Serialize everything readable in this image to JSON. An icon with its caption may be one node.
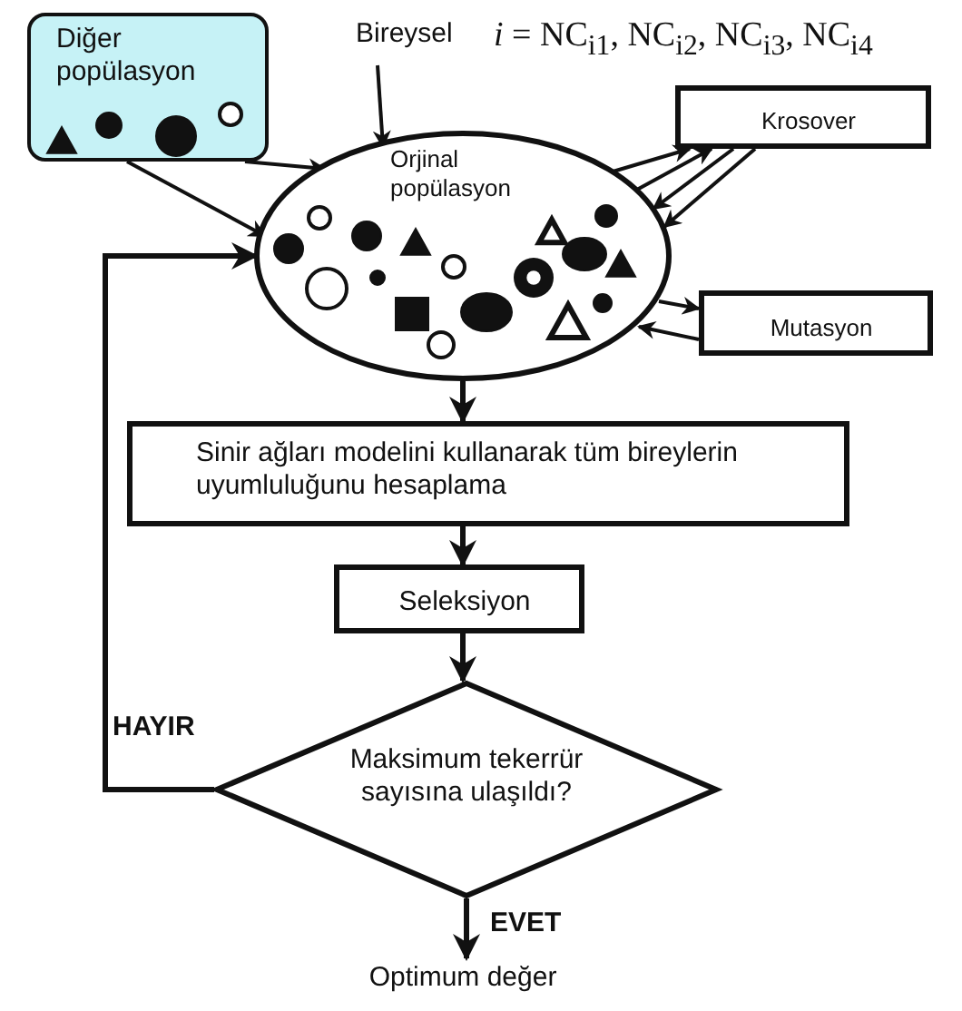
{
  "diagram": {
    "nodes": [
      {
        "text": [
          "Diğer popülasyon"
        ]
      },
      {
        "text": [
          "Orjinal popülasyon"
        ]
      },
      {
        "text": [
          "Bireysel"
        ],
        "beside": [
          "*i* = NC$_{i1}$, NC$_{i2}$, NC$_{i3}$, NC$_{i4}$"
        ]
      },
      {
        "text": [
          "Krosover"
        ]
      },
      {
        "text": [
          "Mutasyon"
        ]
      },
      {
        "text": [
          "Sinir ağları modelini kullanarak tüm bireylerin uyumluluğunu hesaplama"
        ]
      },
      {
        "text": [
          "Seleksiyon"
        ]
      },
      {
        "text": [
          "Maksimum tekerrür sayısına ulaşıldı?"
        ]
      },
      {
        "text": [
          "Optimum değer"
        ]
      }
    ],
    "edges": [
      {
        "from": 0,
        "to": 1,
        "arrow": "to"
      },
      {
        "from": 0,
        "to": 1,
        "arrow": "to"
      },
      {
        "from": 2,
        "to": 1,
        "arrow": "to"
      },
      {
        "from": 1,
        "to": 3,
        "arrow": "to"
      },
      {
        "from": 1,
        "to": 3,
        "arrow": "to"
      },
      {
        "from": 3,
        "to": 1,
        "arrow": "to"
      },
      {
        "from": 3,
        "to": 1,
        "arrow": "to"
      },
      {
        "from": 1,
        "to": 4,
        "arrow": "to"
      },
      {
        "from": 4,
        "to": 1,
        "arrow": "to"
      },
      {
        "from": 1,
        "to": 5,
        "arrow": "to"
      },
      {
        "from": 5,
        "to": 6,
        "arrow": "to"
      },
      {
        "from": 6,
        "to": 7,
        "arrow": "to"
      },
      {
        "from": 7,
        "to": 1,
        "label": "HAYIR",
        "arrow": "to"
      },
      {
        "from": 7,
        "to": 8,
        "label": "EVET",
        "arrow": "to"
      }
    ]
  }
}
